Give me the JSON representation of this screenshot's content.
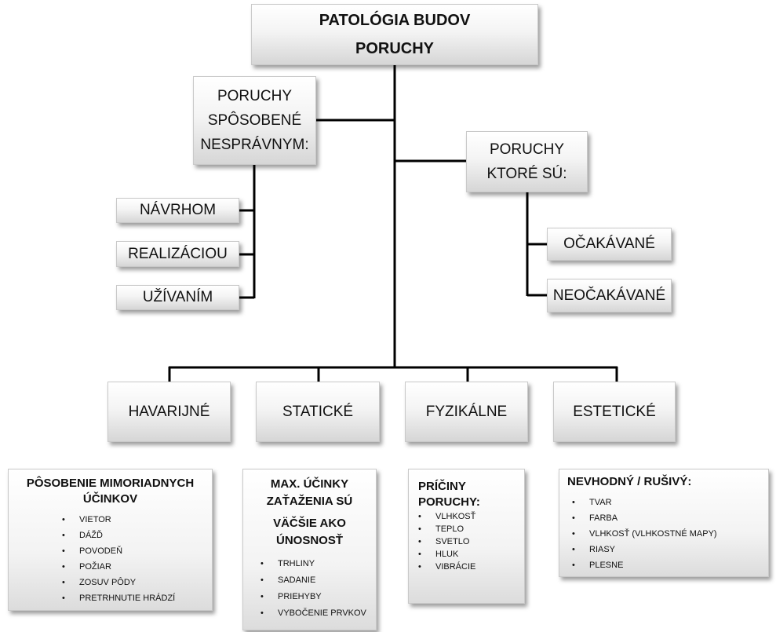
{
  "root": {
    "line1": "PATOLÓGIA BUDOV",
    "line2": "PORUCHY"
  },
  "left_group": {
    "title_lines": [
      "PORUCHY",
      "SPÔSOBENÉ",
      "NESPRÁVNYM:"
    ],
    "items": [
      "NÁVRHOM",
      "REALIZÁCIOU",
      "UŽÍVANÍM"
    ]
  },
  "right_group": {
    "title_lines": [
      "PORUCHY",
      "KTORÉ SÚ:"
    ],
    "items": [
      "OČAKÁVANÉ",
      "NEOČAKÁVANÉ"
    ]
  },
  "categories": [
    "HAVARIJNÉ",
    "STATICKÉ",
    "FYZIKÁLNE",
    "ESTETICKÉ"
  ],
  "details": [
    {
      "title_lines": [
        "PÔSOBENIE MIMORIADNYCH",
        "ÚČINKOV"
      ],
      "items": [
        "VIETOR",
        "DÁŽĎ",
        "POVODEŇ",
        "POŽIAR",
        "ZOSUV PÔDY",
        "PRETRHNUTIE HRÁDZÍ"
      ]
    },
    {
      "title_lines": [
        "MAX. ÚČINKY",
        "ZAŤAŽENIA SÚ",
        "VÄČŠIE AKO",
        "ÚNOSNOSŤ"
      ],
      "items": [
        "TRHLINY",
        "SADANIE",
        "PRIEHYBY",
        "VYBOČENIE PRVKOV"
      ]
    },
    {
      "title_lines": [
        "PRÍČINY",
        "PORUCHY:"
      ],
      "items": [
        "VLHKOSŤ",
        "TEPLO",
        "SVETLO",
        "HLUK",
        "VIBRÁCIE"
      ]
    },
    {
      "title_lines": [
        "NEVHODNÝ / RUŠIVÝ:"
      ],
      "items": [
        "TVAR",
        "FARBA",
        "VLHKOSŤ (VLHKOSTNÉ MAPY)",
        "RIASY",
        "PLESNE"
      ]
    }
  ]
}
